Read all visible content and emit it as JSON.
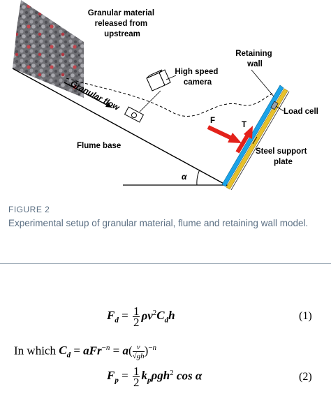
{
  "figure": {
    "labels": {
      "granular_material": [
        "Granular material",
        "released from",
        "upstream"
      ],
      "high_speed_camera": [
        "High speed",
        "camera"
      ],
      "granular_flow": "Granular flow",
      "flume_base": "Flume base",
      "retaining_wall": [
        "Retaining",
        "wall"
      ],
      "load_cell": "Load cell",
      "steel_support_plate": [
        "Steel support",
        "plate"
      ],
      "force_f": "F",
      "force_t": "T",
      "angle": "α"
    },
    "colors": {
      "wall_blue": "#1aa3e8",
      "steel_plate_yellow": "#e8c12a",
      "arrow_red": "#e3221b",
      "caption_text": "#5b6f83"
    },
    "figure_label": "FIGURE 2",
    "caption": "Experimental setup of granular material, flume and retaining wall model."
  },
  "equations": {
    "eq1_number": "(1)",
    "eq2_number": "(2)",
    "in_which": "In which"
  }
}
